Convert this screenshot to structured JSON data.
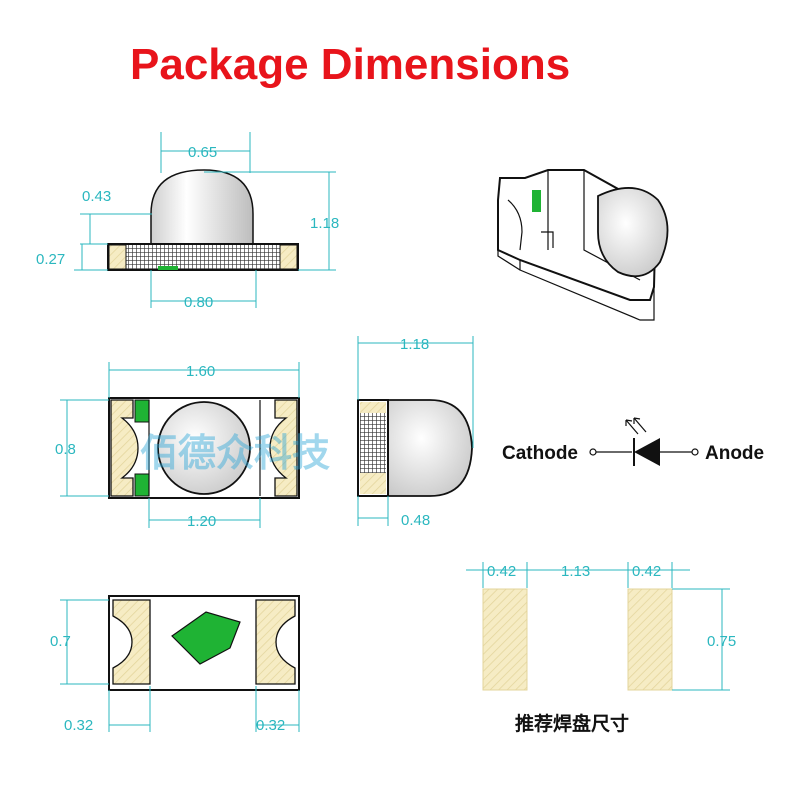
{
  "title": "Package Dimensions",
  "colors": {
    "title": "#e8141b",
    "dimension": "#2bb7bf",
    "pad": "#f6ecc4",
    "chip_green": "#1fb334",
    "outline": "#111111",
    "watermark": "#2ea6d6"
  },
  "side_view": {
    "lens_width": "0.65",
    "lens_height": "0.43",
    "total_height": "1.18",
    "base_height": "0.27",
    "base_inner_width": "0.80"
  },
  "top_view": {
    "length": "1.60",
    "width": "0.8",
    "inner_width": "1.20"
  },
  "end_view": {
    "total_length": "1.18",
    "pad_length": "0.48"
  },
  "bottom_view": {
    "width": "0.7",
    "left_pad": "0.32",
    "right_pad": "0.32"
  },
  "symbol": {
    "cathode": "Cathode",
    "anode": "Anode",
    "icons": [
      "led-diode-symbol-icon",
      "light-emission-arrows-icon"
    ]
  },
  "solder_pads": {
    "pad_width_left": "0.42",
    "gap": "1.13",
    "pad_width_right": "0.42",
    "pad_height": "0.75",
    "caption": "推荐焊盘尺寸"
  },
  "watermark": "佰德众科技"
}
